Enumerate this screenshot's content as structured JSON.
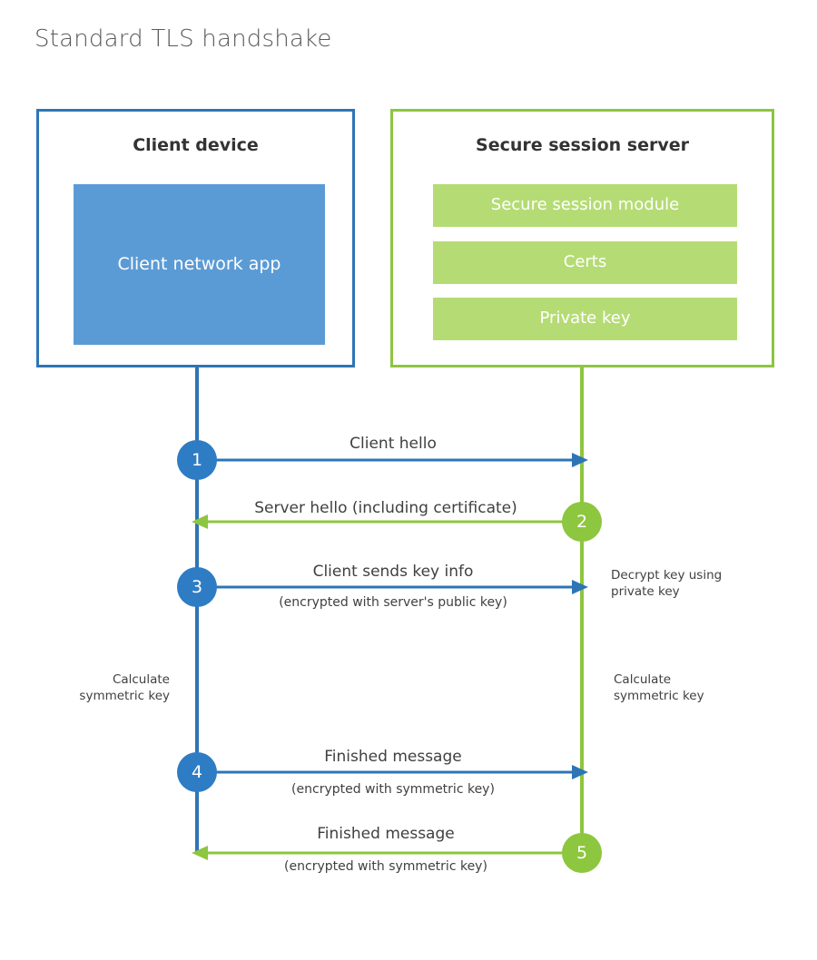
{
  "title": "Standard TLS handshake",
  "colors": {
    "client_border": "#2e75b6",
    "client_fill": "#5b9bd5",
    "server_border": "#8dc63f",
    "server_fill": "#b5dc74",
    "client_circle": "#2e7cc4",
    "server_circle": "#8dc63f",
    "title_text": "#595959",
    "body_text": "#404040"
  },
  "entities": {
    "client": {
      "title": "Client device",
      "blocks": [
        {
          "label": "Client network app"
        }
      ]
    },
    "server": {
      "title": "Secure session server",
      "blocks": [
        {
          "label": "Secure session module"
        },
        {
          "label": "Certs"
        },
        {
          "label": "Private key"
        }
      ]
    }
  },
  "steps": [
    {
      "number": "1",
      "direction": "client-to-server",
      "label": "Client hello",
      "sublabel": ""
    },
    {
      "number": "2",
      "direction": "server-to-client",
      "label": "Server hello (including certificate)",
      "sublabel": ""
    },
    {
      "number": "3",
      "direction": "client-to-server",
      "label": "Client sends key info",
      "sublabel": "(encrypted with server's public key)"
    },
    {
      "number": "4",
      "direction": "client-to-server",
      "label": "Finished message",
      "sublabel": "(encrypted with symmetric key)"
    },
    {
      "number": "5",
      "direction": "server-to-client",
      "label": "Finished message",
      "sublabel": "(encrypted with symmetric key)"
    }
  ],
  "annotations": {
    "server_decrypt": "Decrypt key using\nprivate key",
    "server_decrypt_line1": "Decrypt key using",
    "server_decrypt_line2": "private key",
    "client_calculate_line1": "Calculate",
    "client_calculate_line2": "symmetric key",
    "server_calculate_line1": "Calculate",
    "server_calculate_line2": "symmetric key"
  }
}
